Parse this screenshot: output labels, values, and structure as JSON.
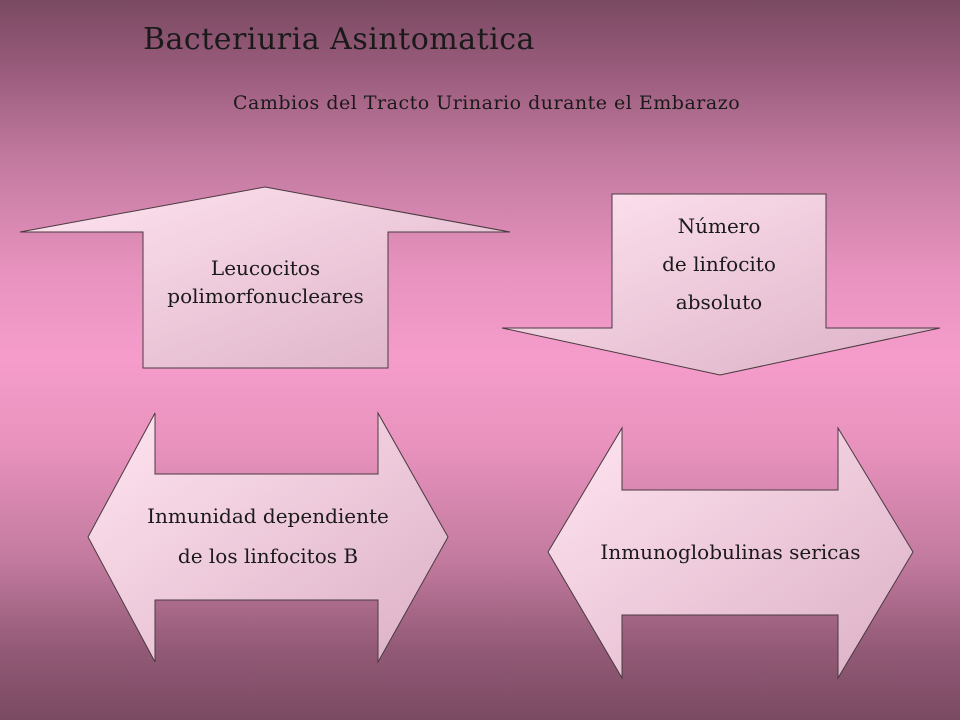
{
  "slide": {
    "title": "Bacteriuria Asintomatica",
    "subtitle": "Cambios del Tracto Urinario durante el Embarazo"
  },
  "diagram": {
    "up_arrow": {
      "lines": [
        "Leucocitos",
        "polimorfonucleares"
      ]
    },
    "down_arrow": {
      "lines": [
        "Número",
        "de linfocito",
        "absoluto"
      ]
    },
    "left_double_arrow": {
      "lines": [
        "Inmunidad dependiente",
        "de los linfocitos B"
      ]
    },
    "right_double_arrow": {
      "lines": [
        "Inmunoglobulinas sericas"
      ]
    }
  },
  "colors": {
    "shape_fill_light": "#ffe0ee",
    "shape_fill_dark": "#e2b6cb",
    "text": "#1a1a1a"
  }
}
